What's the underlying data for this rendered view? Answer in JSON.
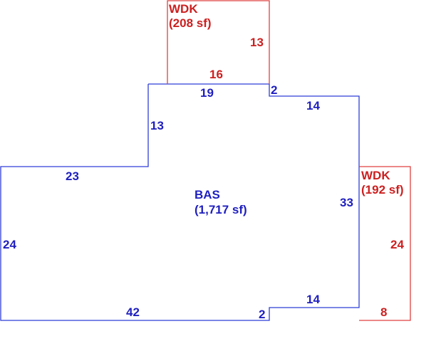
{
  "colors": {
    "main_area": "#1f1fbf",
    "deck_area": "#cc2020"
  },
  "areas": {
    "bas": {
      "code": "BAS",
      "size": "(1,717 sf)"
    },
    "wdk_top": {
      "code": "WDK",
      "size": "(208 sf)"
    },
    "wdk_right": {
      "code": "WDK",
      "size": "(192 sf)"
    }
  },
  "dimensions": {
    "bas": {
      "top": "19",
      "step_down": "2",
      "right_upper": "14",
      "upper_left": "13",
      "left_upper": "23",
      "left": "24",
      "bottom": "42",
      "bottom_step": "2",
      "right_lower": "14",
      "right": "33"
    },
    "wdk_top": {
      "bottom": "16",
      "right": "13"
    },
    "wdk_right": {
      "right": "24",
      "bottom": "8"
    }
  }
}
